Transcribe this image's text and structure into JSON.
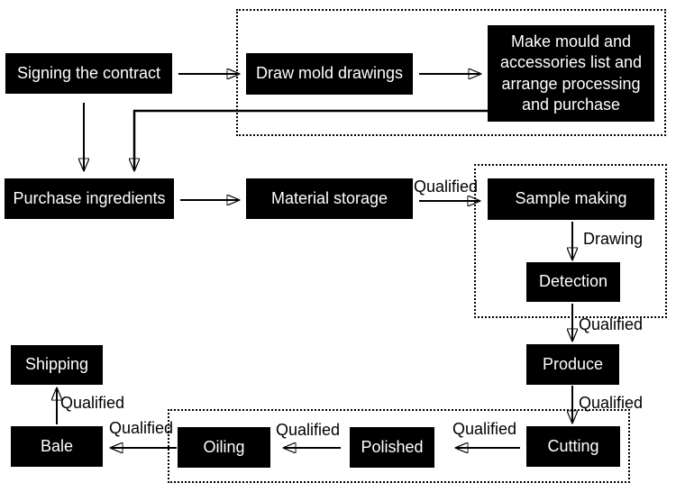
{
  "diagram": {
    "background_color": "#ffffff",
    "node_bg_color": "#000000",
    "node_text_color": "#ffffff",
    "line_color": "#000000",
    "nodes": [
      {
        "id": "signing",
        "label": "Signing the contract"
      },
      {
        "id": "draw",
        "label": "Draw mold drawings"
      },
      {
        "id": "make",
        "label": "Make mould and\naccessories list and\narrange processing\nand purchase"
      },
      {
        "id": "purchase",
        "label": "Purchase ingredients"
      },
      {
        "id": "material",
        "label": "Material storage"
      },
      {
        "id": "sample",
        "label": "Sample making"
      },
      {
        "id": "detection",
        "label": "Detection"
      },
      {
        "id": "produce",
        "label": "Produce"
      },
      {
        "id": "cutting",
        "label": "Cutting"
      },
      {
        "id": "polished",
        "label": "Polished"
      },
      {
        "id": "oiling",
        "label": "Oiling"
      },
      {
        "id": "bale",
        "label": "Bale"
      },
      {
        "id": "shipping",
        "label": "Shipping"
      }
    ],
    "edge_labels": [
      {
        "from": "material",
        "to": "sample",
        "text": "Qualified"
      },
      {
        "from": "sample",
        "to": "detection",
        "text": "Drawing"
      },
      {
        "from": "detection",
        "to": "produce",
        "text": "Qualified"
      },
      {
        "from": "produce",
        "to": "cutting",
        "text": "Qualified"
      },
      {
        "from": "cutting",
        "to": "polished",
        "text": "Qualified"
      },
      {
        "from": "polished",
        "to": "oiling",
        "text": "Qualified"
      },
      {
        "from": "oiling",
        "to": "bale",
        "text": "Qualified"
      },
      {
        "from": "bale",
        "to": "shipping",
        "text": "Qualified"
      }
    ]
  }
}
